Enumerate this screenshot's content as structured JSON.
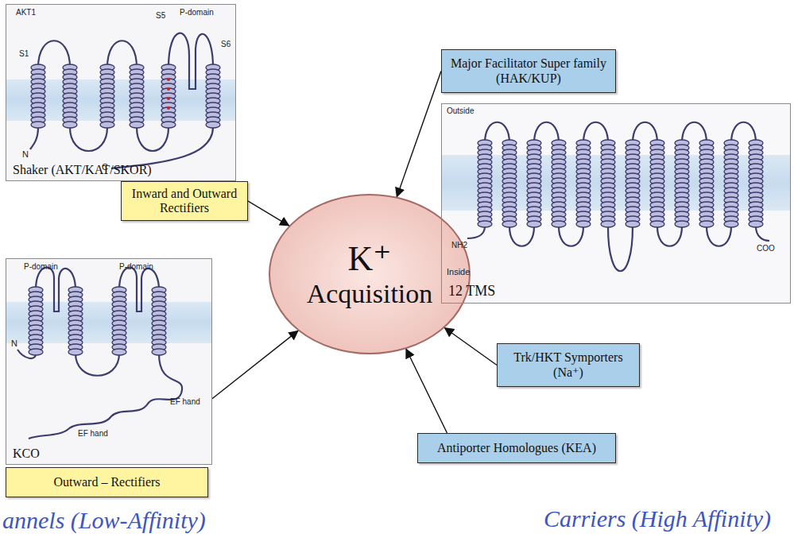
{
  "diagram": {
    "nodes": [
      {
        "text": [
          "Shaker (AKT/KAT/SKOR)"
        ]
      },
      {
        "text": [
          "Major Facilitator Super family (HAK/KUP)"
        ]
      },
      {
        "text": [
          "Inward and Outward Rectifiers"
        ]
      },
      {
        "text": [
          "K⁺",
          "Acquisition"
        ]
      },
      {
        "text": [
          "12 TMS"
        ]
      },
      {
        "text": [
          "KCO"
        ]
      },
      {
        "text": [
          "Trk/HKT Symporters (Na⁺)"
        ]
      },
      {
        "text": [
          "Antiporter Homologues (KEA)"
        ]
      },
      {
        "text": [
          "Outward – Rectifiers"
        ]
      }
    ],
    "edges": [
      {
        "from": 2,
        "to": 3,
        "arrow": "to"
      },
      {
        "from": 1,
        "to": 3,
        "arrow": "to"
      },
      {
        "from": 5,
        "to": 3,
        "arrow": "to"
      },
      {
        "from": 6,
        "to": 3,
        "arrow": "to"
      },
      {
        "from": 7,
        "to": 3,
        "arrow": "to"
      }
    ],
    "labels": [
      "AKT1",
      "S1",
      "S5",
      "P-domain",
      "S6",
      "N",
      "C",
      "P-domain",
      "P-domain",
      "N",
      "EF hand",
      "EF hand",
      "Outside",
      "Inside",
      "NH2",
      "COO",
      "annels (Low-Affinity)",
      "Carriers (High Affinity)"
    ]
  }
}
